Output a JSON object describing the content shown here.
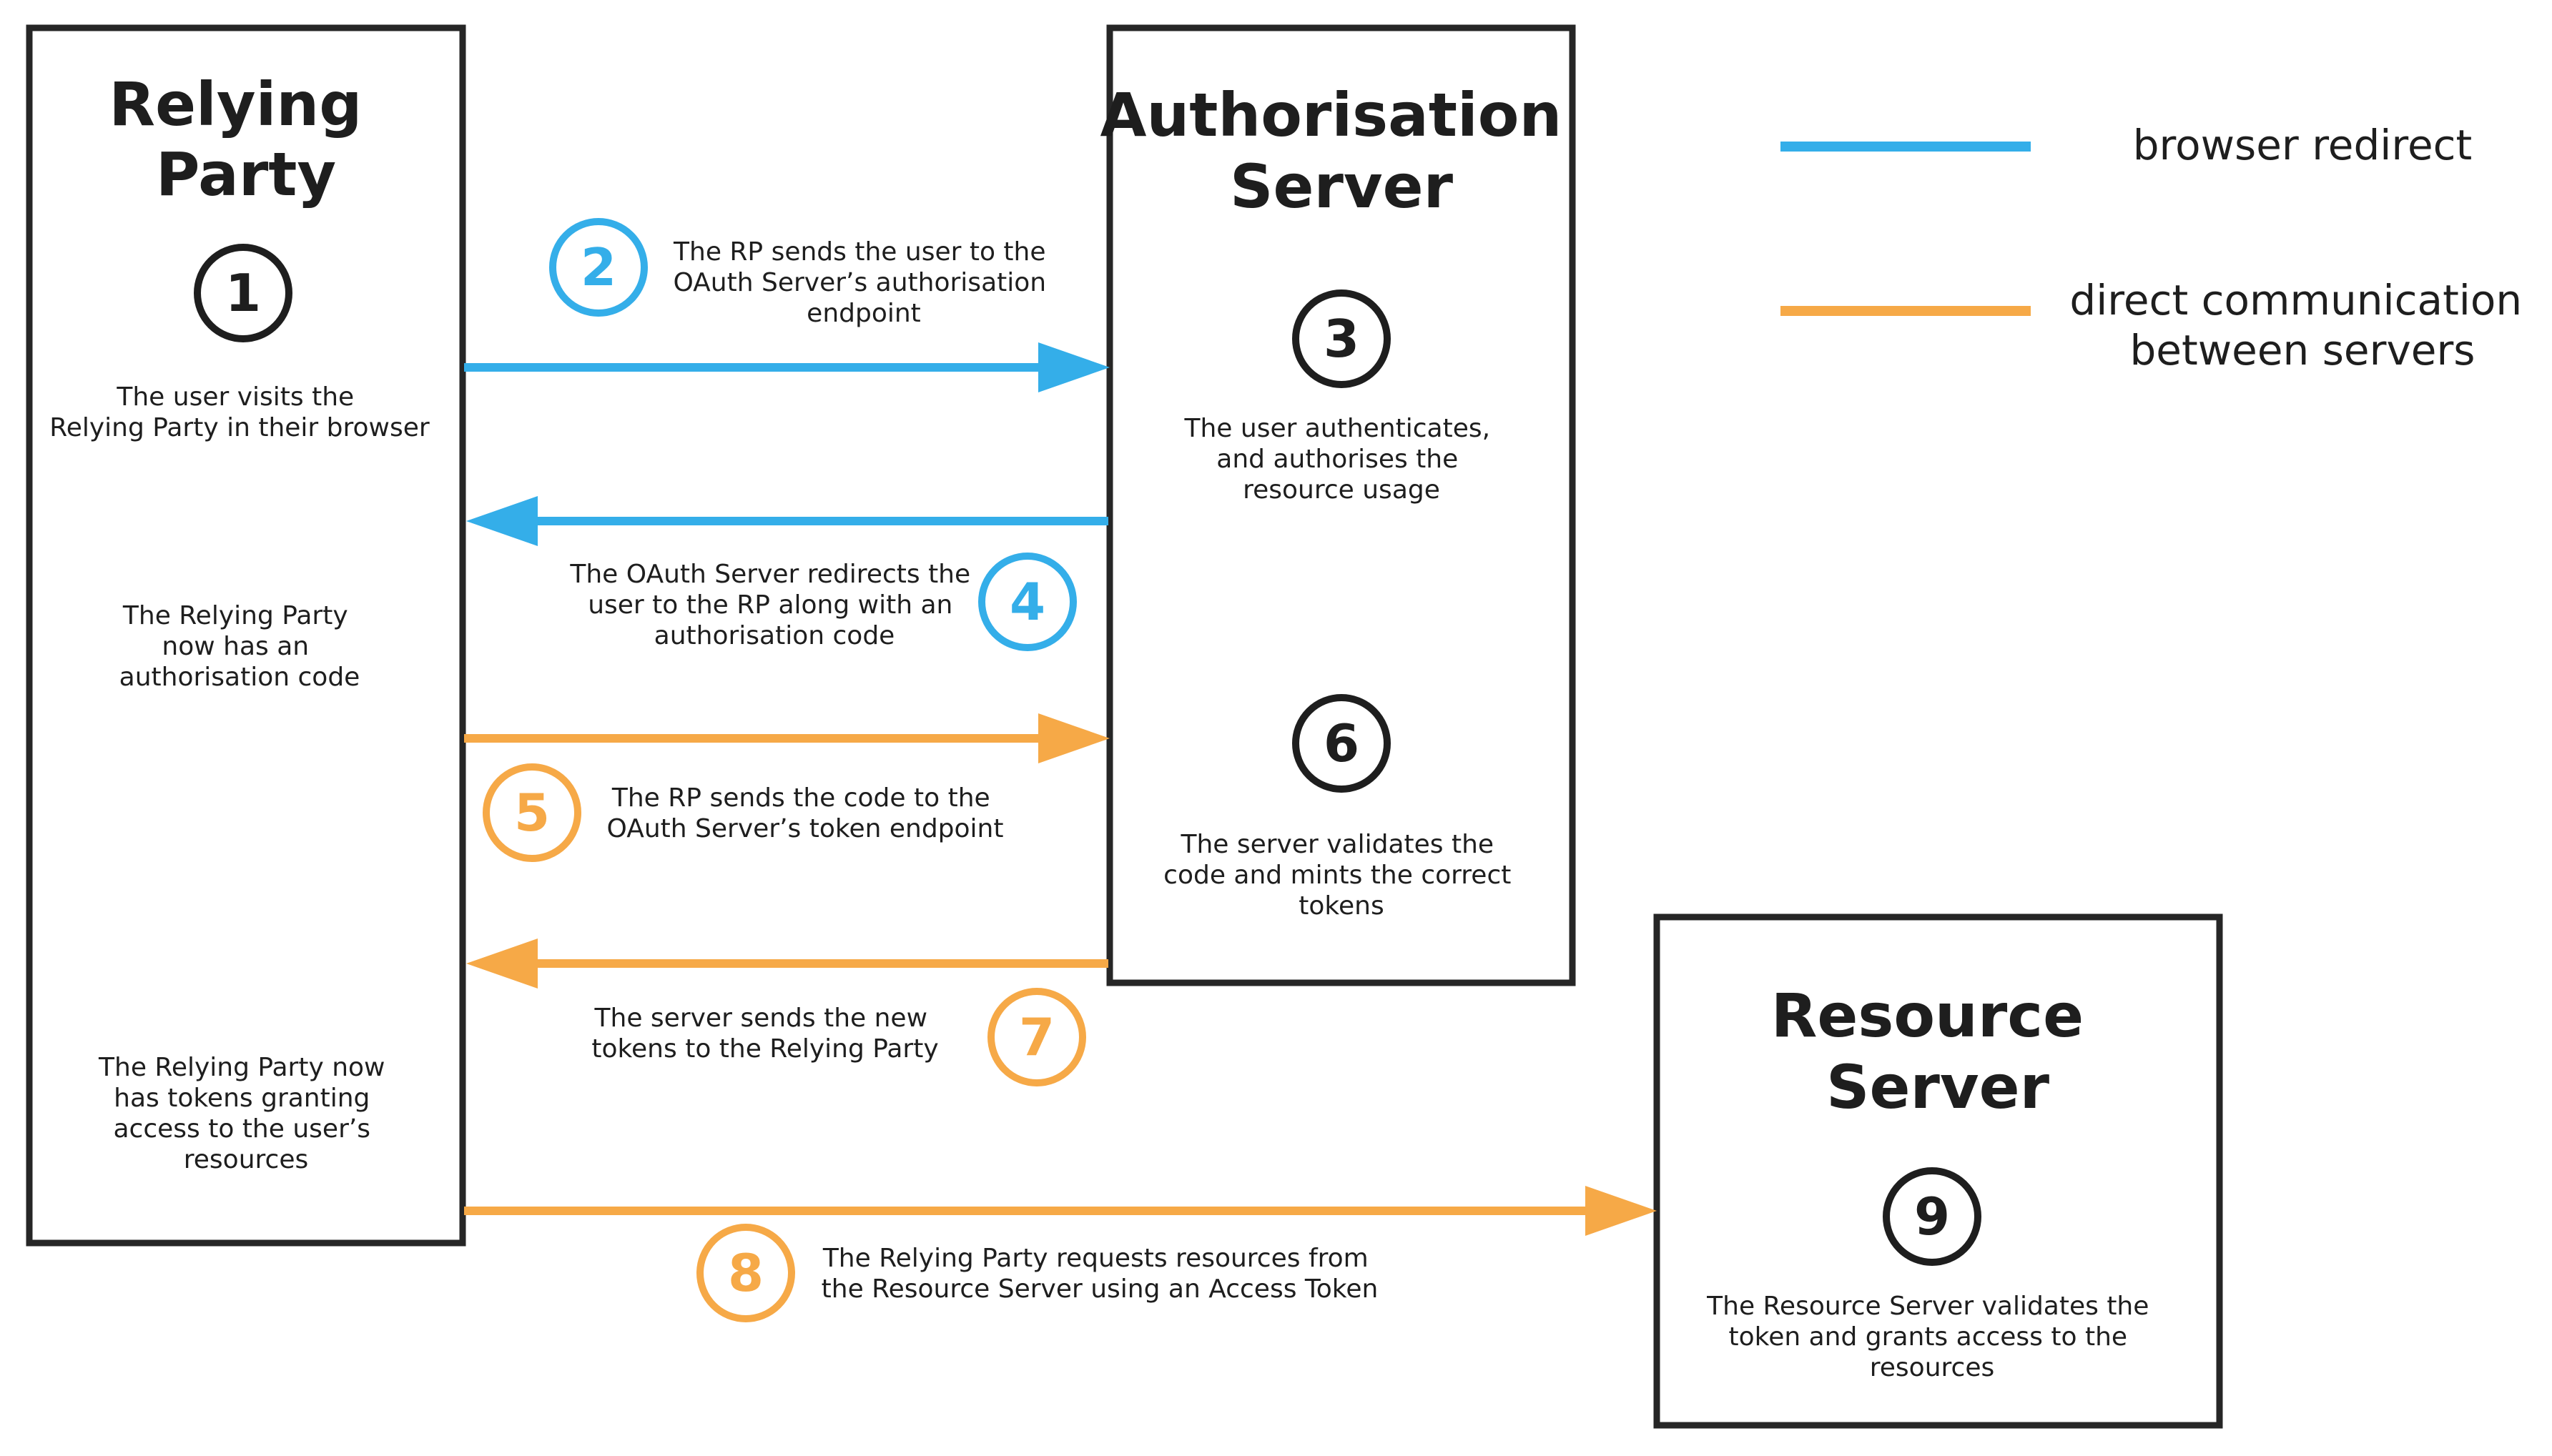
{
  "colors": {
    "browser": "#34aee9",
    "server": "#f6a947",
    "dark": "#1e1e1e"
  },
  "boxes": {
    "relying_party": {
      "title": [
        "Relying",
        "Party"
      ]
    },
    "auth_server": {
      "title": [
        "Authorisation",
        "Server"
      ]
    },
    "resource_server": {
      "title": [
        "Resource",
        "Server"
      ]
    }
  },
  "legend": {
    "browser_redirect": [
      "browser redirect"
    ],
    "direct_communication": [
      "direct communication",
      "between servers"
    ]
  },
  "steps": {
    "s1": {
      "number": "1",
      "kind": "dark",
      "text": [
        "The user visits the",
        "Relying Party in their browser"
      ]
    },
    "s2": {
      "number": "2",
      "kind": "browser",
      "text": [
        "The RP sends the user to the",
        "OAuth Server’s authorisation",
        "endpoint"
      ]
    },
    "s3": {
      "number": "3",
      "kind": "dark",
      "text": [
        "The user authenticates,",
        "and authorises the",
        "resource usage"
      ]
    },
    "s4": {
      "number": "4",
      "kind": "browser",
      "text": [
        "The OAuth Server redirects the",
        "user to the RP along with an",
        "authorisation code"
      ]
    },
    "s5": {
      "number": "5",
      "kind": "server",
      "text": [
        "The RP sends the code to the",
        "OAuth Server’s token endpoint"
      ]
    },
    "s6": {
      "number": "6",
      "kind": "dark",
      "text": [
        "The server validates the",
        "code and mints the correct",
        "tokens"
      ]
    },
    "s7": {
      "number": "7",
      "kind": "server",
      "text": [
        "The server sends the new",
        "tokens to the Relying Party"
      ]
    },
    "s8": {
      "number": "8",
      "kind": "server",
      "text": [
        "The Relying Party requests resources from",
        "the Resource Server using an Access Token"
      ]
    },
    "s9": {
      "number": "9",
      "kind": "dark",
      "text": [
        "The Resource Server validates the",
        "token and grants access to the",
        "resources"
      ]
    }
  },
  "notes": {
    "rp_has_code": [
      "The Relying Party",
      "now has an",
      "authorisation code"
    ],
    "rp_has_tokens": [
      "The Relying Party now",
      "has tokens granting",
      "access to the user’s",
      "resources"
    ]
  }
}
